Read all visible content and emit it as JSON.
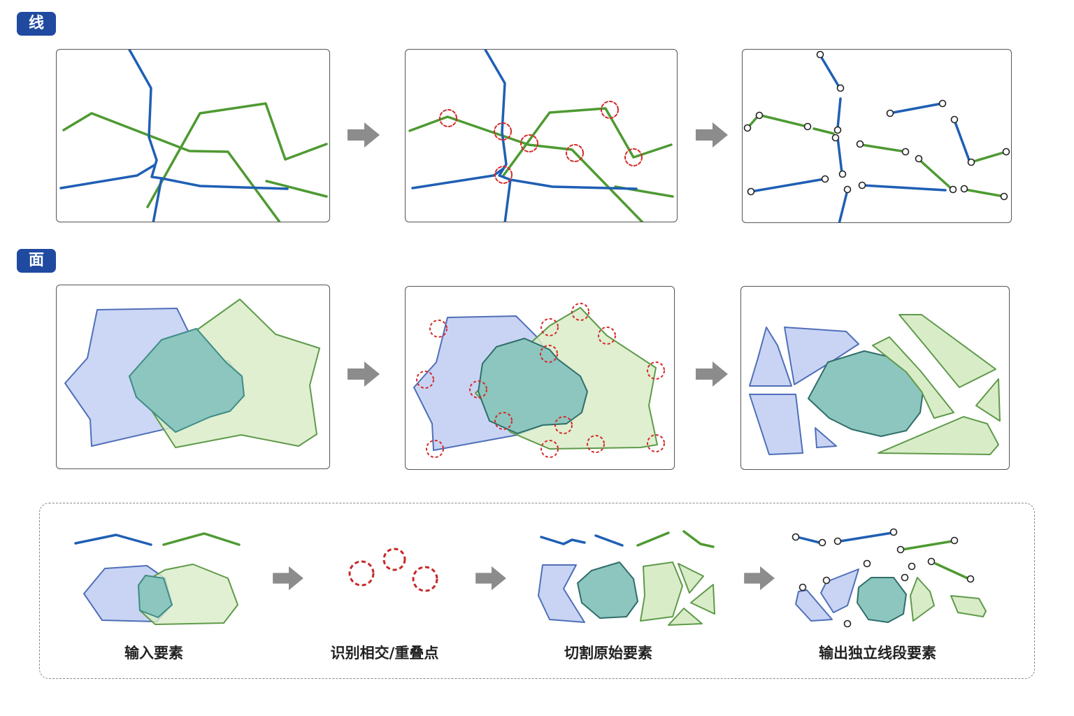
{
  "sections": {
    "line_tag": "线",
    "polygon_tag": "面"
  },
  "steps": [
    "输入要素",
    "识别相交/重叠点",
    "切割原始要素",
    "输出独立线段要素"
  ],
  "colors": {
    "blue_line": "#1f5fb4",
    "green_line": "#4e9a32",
    "blue_fill": "#c9d4f4",
    "green_fill": "#d9ecc8",
    "overlap_fill": "#8cc6be",
    "red_marker": "#d42a2a",
    "tag_bg": "#1f4aa0",
    "arrow": "#8c8c8c"
  }
}
